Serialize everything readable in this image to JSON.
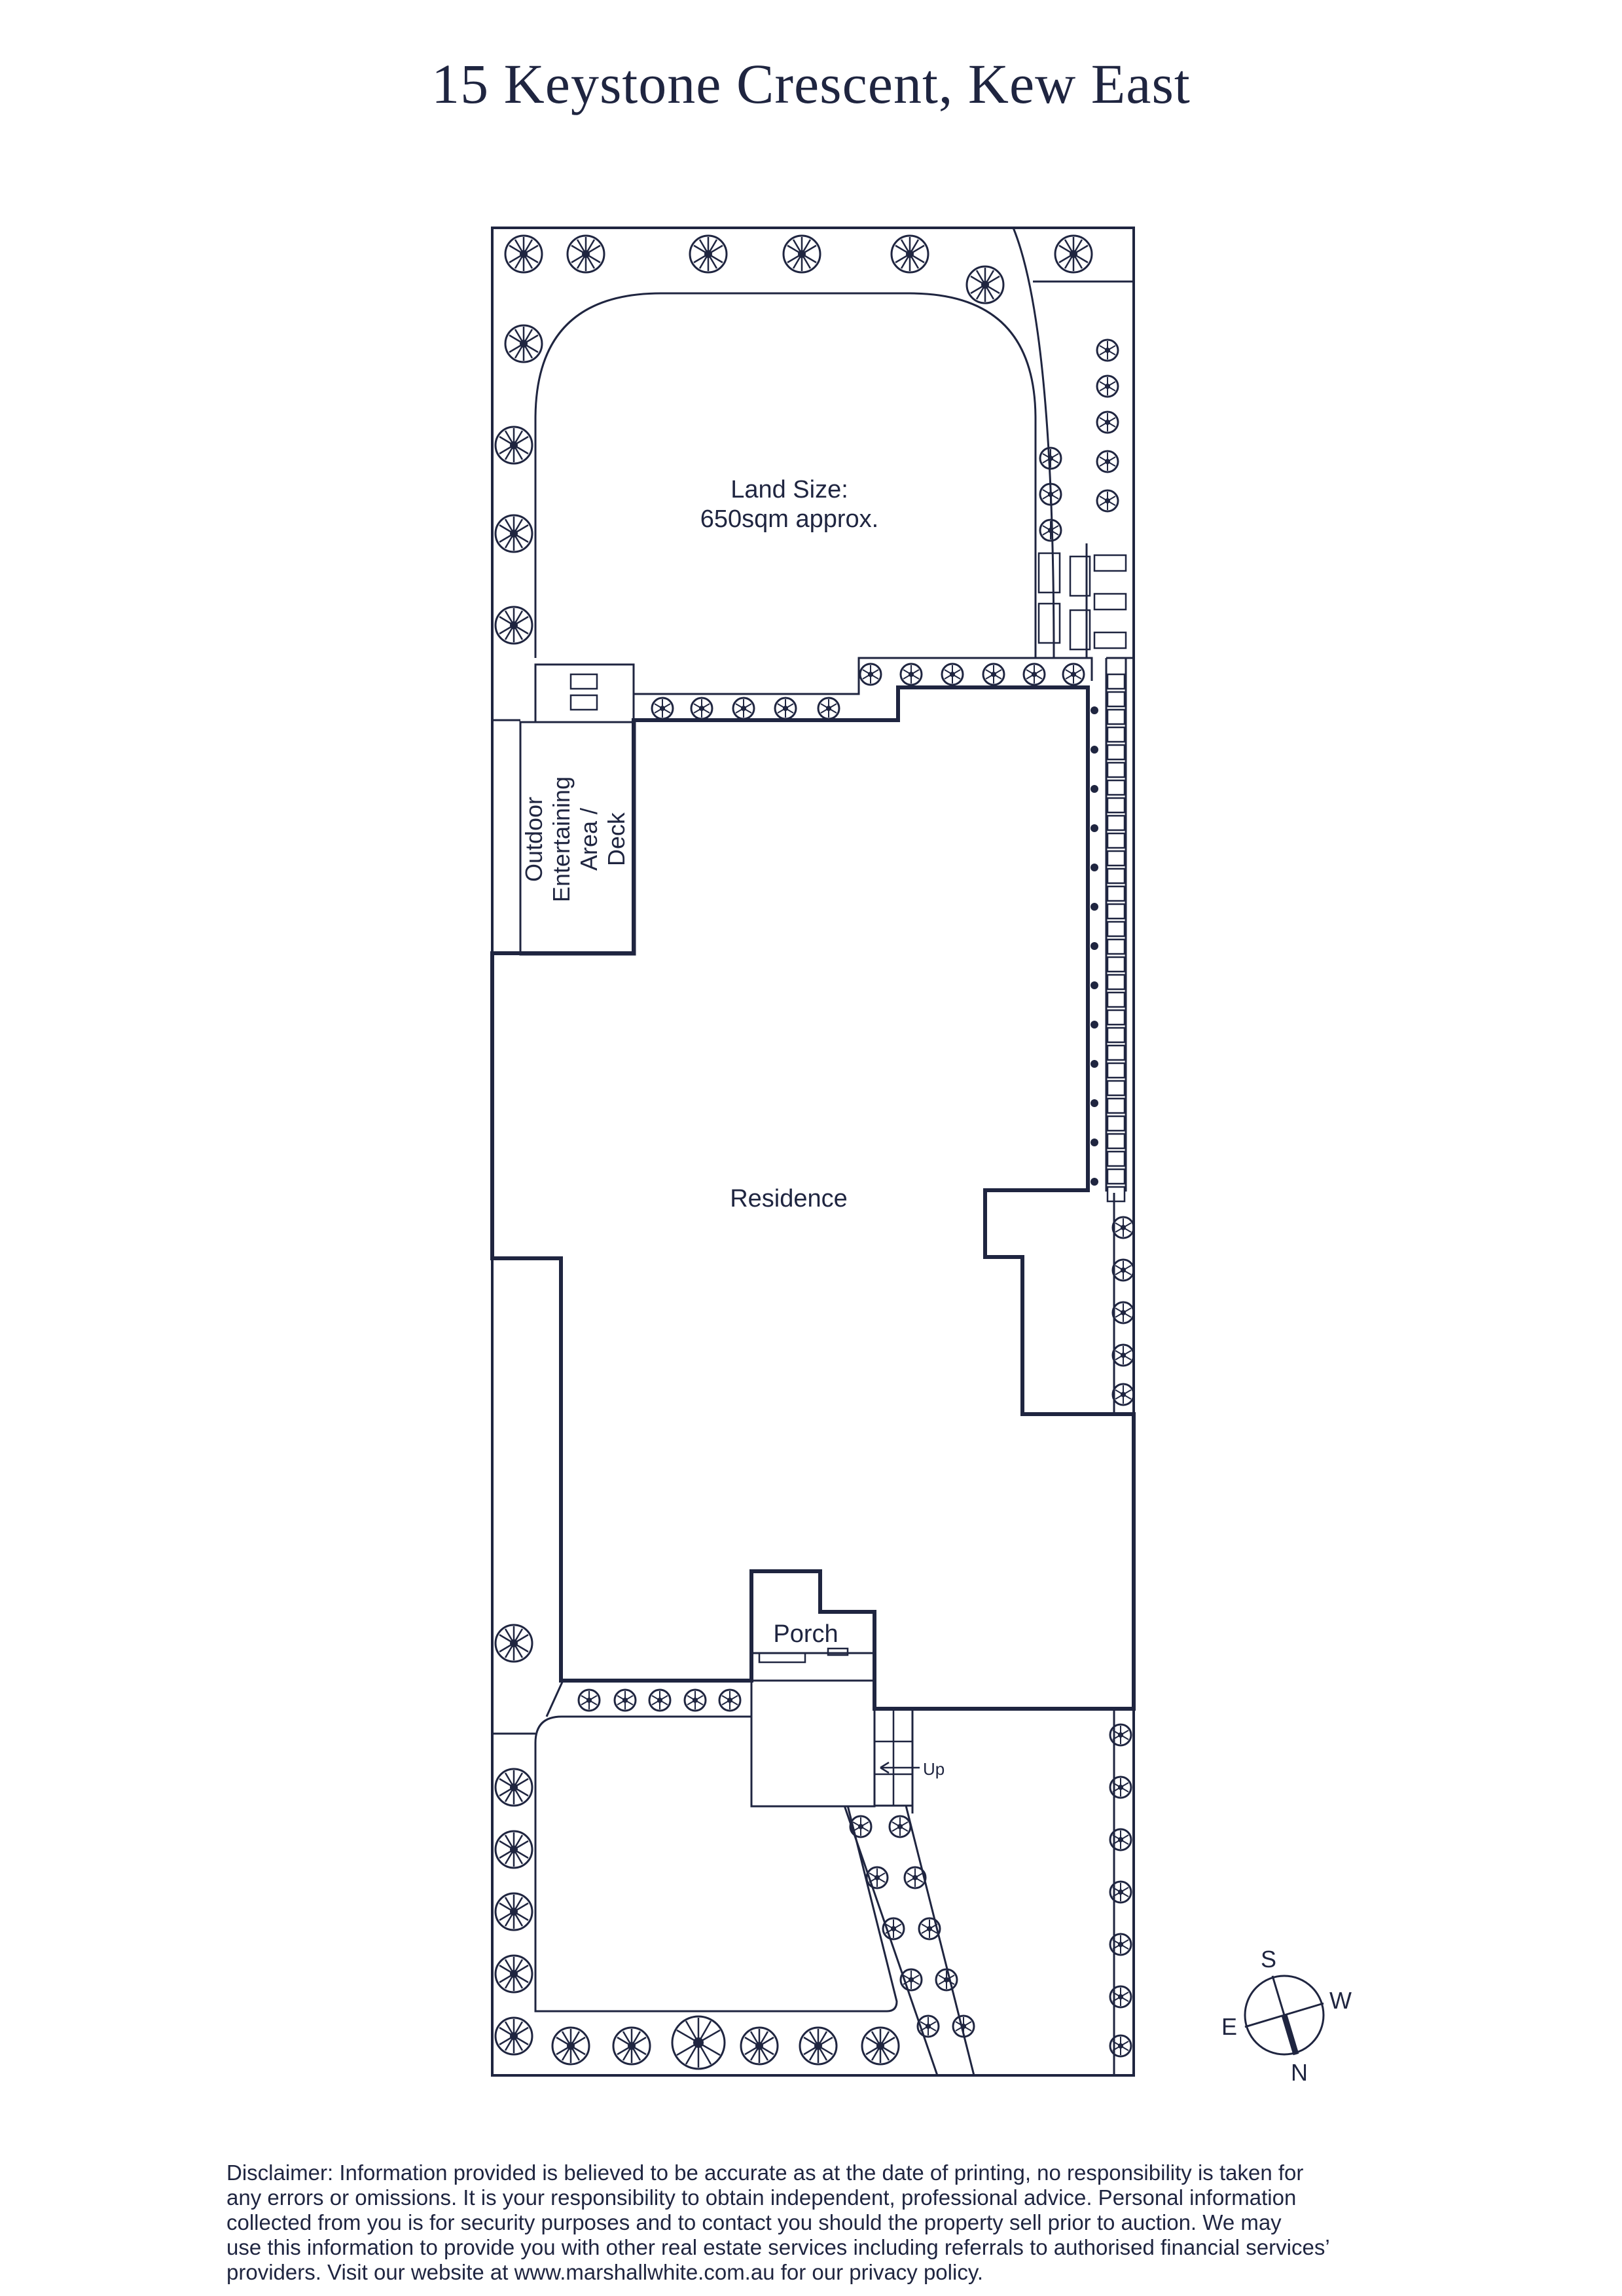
{
  "title": "15 Keystone Crescent, Kew East",
  "labels": {
    "land_size_line1": "Land Size:",
    "land_size_line2": "650sqm approx.",
    "residence": "Residence",
    "porch": "Porch",
    "up": "Up",
    "outdoor_line1": "Outdoor",
    "outdoor_line2": "Entertaining",
    "outdoor_line3": "Area /",
    "outdoor_line4": "Deck"
  },
  "compass": {
    "s": "S",
    "w": "W",
    "e": "E",
    "n": "N"
  },
  "disclaimer": [
    "Disclaimer: Information provided is believed to be accurate as at the date of printing, no responsibility is taken for",
    "any errors or omissions. It is your responsibility to obtain independent, professional advice. Personal information",
    "collected from you is for security purposes and to contact you should the property sell prior to auction. We may",
    "use this information to provide you with other real estate services including referrals to authorised financial services’",
    "providers. Visit our website at www.marshallwhite.com.au for our privacy policy."
  ],
  "colors": {
    "ink": "#1f2540",
    "background": "#ffffff"
  }
}
